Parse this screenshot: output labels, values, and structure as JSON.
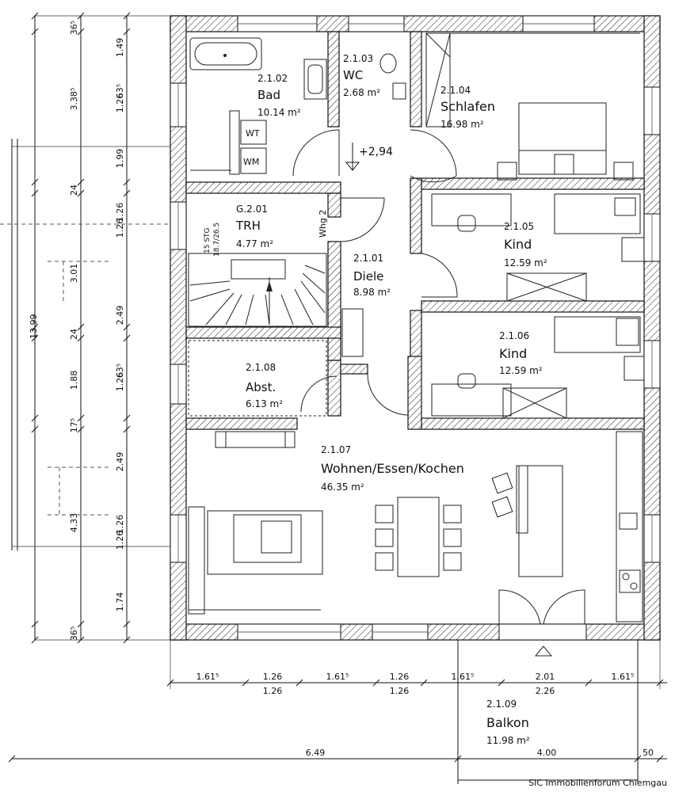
{
  "rooms": {
    "bad": {
      "number": "2.1.02",
      "name": "Bad",
      "area": "10.14 m²"
    },
    "wc": {
      "number": "2.1.03",
      "name": "WC",
      "area": "2.68 m²"
    },
    "schlafen": {
      "number": "2.1.04",
      "name": "Schlafen",
      "area": "16.98 m²"
    },
    "trh": {
      "number": "G.2.01",
      "name": "TRH",
      "area": "4.77 m²"
    },
    "diele": {
      "number": "2.1.01",
      "name": "Diele",
      "area": "8.98 m²"
    },
    "kind1": {
      "number": "2.1.05",
      "name": "Kind",
      "area": "12.59 m²"
    },
    "kind2": {
      "number": "2.1.06",
      "name": "Kind",
      "area": "12.59 m²"
    },
    "abst": {
      "number": "2.1.08",
      "name": "Abst.",
      "area": "6.13 m²"
    },
    "wohnen": {
      "number": "2.1.07",
      "name": "Wohnen/Essen/Kochen",
      "area": "46.35 m²"
    },
    "balkon": {
      "number": "2.1.09",
      "name": "Balkon",
      "area": "11.98 m²"
    }
  },
  "fixtures": {
    "wt": "WT",
    "wm": "WM",
    "whg": "Whg 2",
    "level": "+2,94",
    "stairs_line1": "15 STG",
    "stairs_line2": "18.7/26.5"
  },
  "dims_left_outer": [
    "36⁵",
    "3.38⁵",
    "24",
    "3.01",
    "24",
    "1.88",
    "17⁵",
    "4.33",
    "36⁵"
  ],
  "dims_left_total": "13.99",
  "dims_left_inner": [
    "1.49",
    "63⁵",
    "1.26",
    "1.99",
    "1.26",
    "1.26",
    "2.49",
    "63⁵",
    "1.26",
    "2.49",
    "1.26",
    "1.26",
    "1.74"
  ],
  "dims_bottom_top": [
    "1.61⁵",
    "1.26",
    "1.61⁵",
    "1.26",
    "1.61⁵",
    "2.01",
    "1.61⁵"
  ],
  "dims_bottom_under": [
    "1.26",
    "1.26",
    "2.26"
  ],
  "dims_bottom_row": [
    "6.49",
    "4.00",
    "50"
  ],
  "watermark": "SIC Immobilienforum Chiemgau"
}
